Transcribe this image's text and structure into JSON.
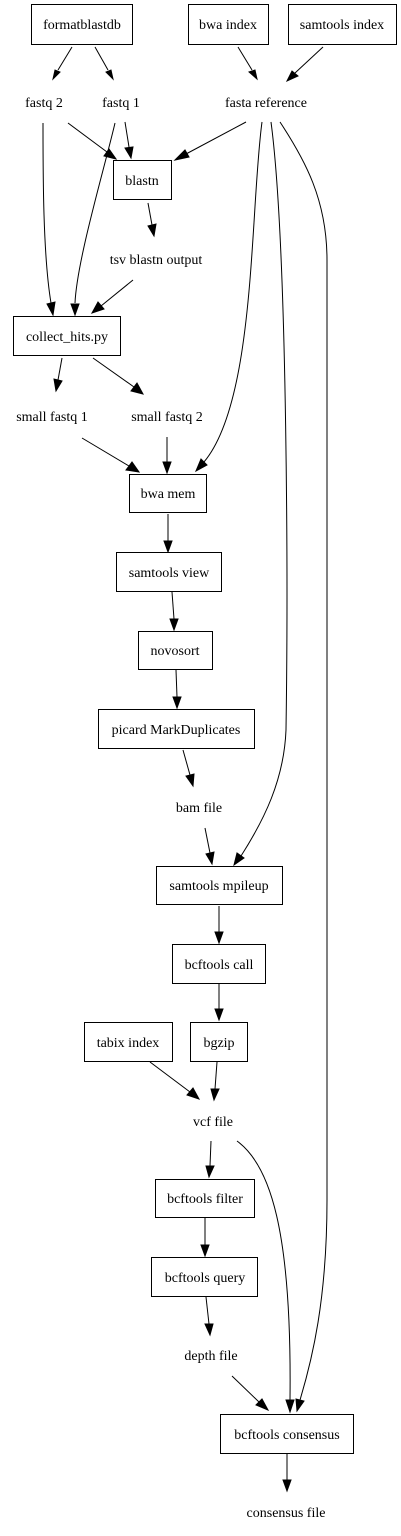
{
  "nodes": {
    "formatblastdb": "formatblastdb",
    "bwa_index": "bwa index",
    "samtools_index": "samtools index",
    "fastq2": "fastq 2",
    "fastq1": "fastq 1",
    "fasta_reference": "fasta reference",
    "blastn": "blastn",
    "tsv_blastn_output": "tsv blastn output",
    "collect_hits": "collect_hits.py",
    "small_fastq1": "small fastq 1",
    "small_fastq2": "small fastq 2",
    "bwa_mem": "bwa mem",
    "samtools_view": "samtools view",
    "novosort": "novosort",
    "picard": "picard MarkDuplicates",
    "bam_file": "bam file",
    "samtools_mpileup": "samtools mpileup",
    "bcftools_call": "bcftools call",
    "tabix_index": "tabix index",
    "bgzip": "bgzip",
    "vcf_file": "vcf file",
    "bcftools_filter": "bcftools filter",
    "bcftools_query": "bcftools query",
    "depth_file": "depth file",
    "bcftools_consensus": "bcftools consensus",
    "consensus_file": "consensus file"
  }
}
